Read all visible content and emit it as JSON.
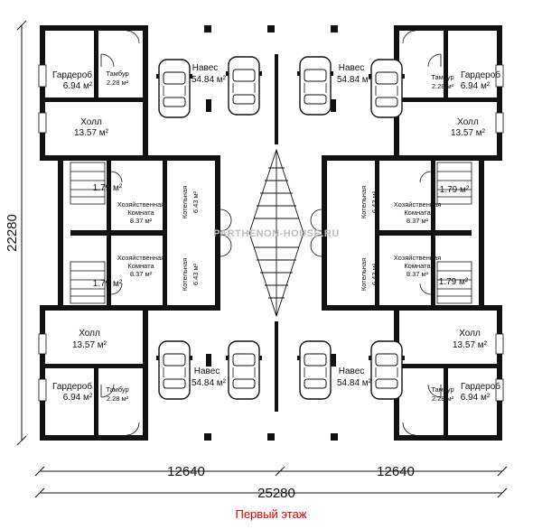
{
  "dimensions": {
    "left_height": "22280",
    "bottom_half_left": "12640",
    "bottom_half_right": "12640",
    "bottom_total": "25280"
  },
  "watermark": "PARTHENON-HOUSE.RU",
  "caption": "Первый этаж",
  "rooms": {
    "naves_name": "Навес",
    "naves_area": "54.84 м²",
    "garderob_name": "Гардероб",
    "garderob_area": "6.94 м²",
    "tambur_name": "Тамбур",
    "tambur_area": "2.28 м²",
    "holl_name": "Холл",
    "holl_area": "13.57 м²",
    "stair_area": "1.79 м²",
    "hoz_name_1": "Хозяйственная",
    "hoz_name_2": "Комната",
    "hoz_area": "8.37 м²",
    "kotel_name": "Котельная",
    "kotel_area": "6.43 м²"
  }
}
